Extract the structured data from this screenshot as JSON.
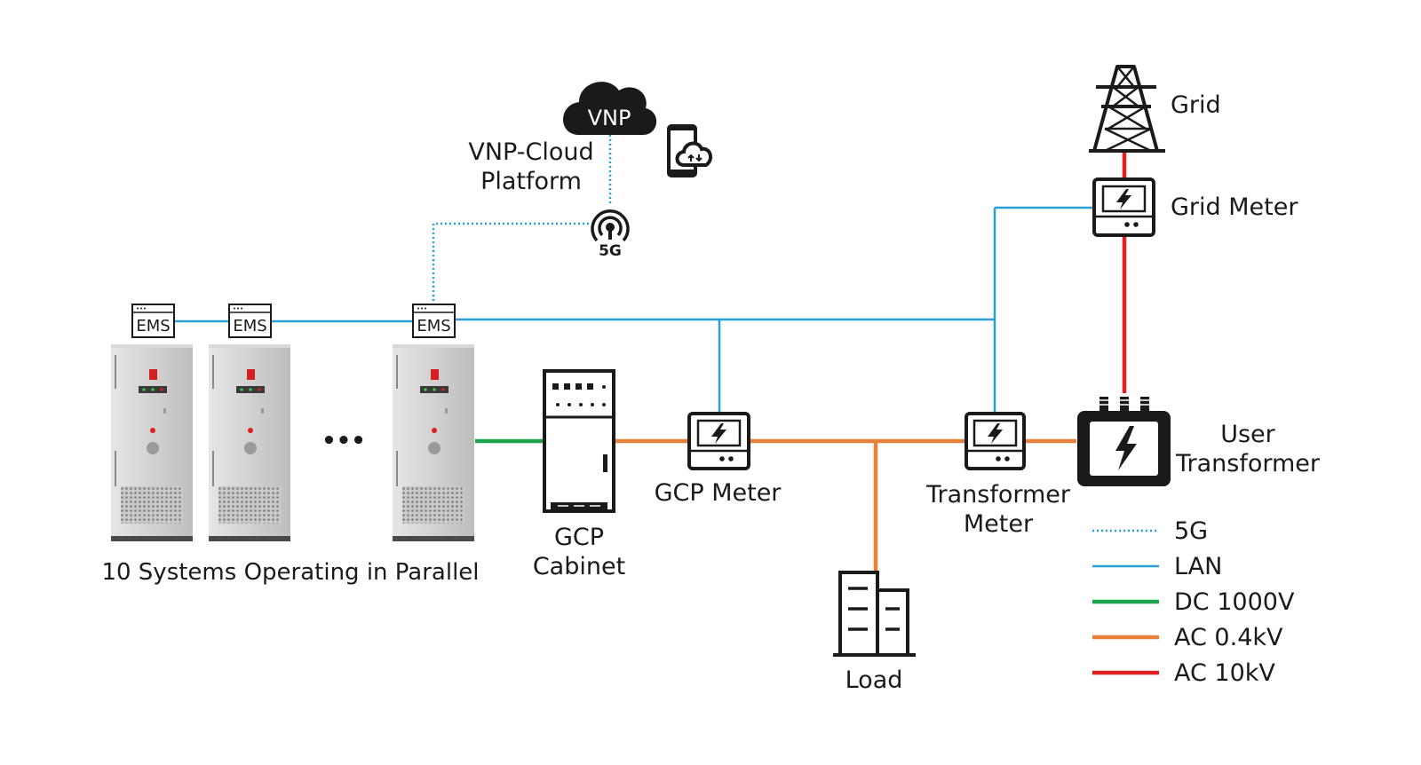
{
  "labels": {
    "cloud": "VNP",
    "platform_line1": "VNP-Cloud",
    "platform_line2": "Platform",
    "five_g": "5G",
    "ems": "EMS",
    "ellipsis": "•••",
    "systems": "10 Systems Operating in Parallel",
    "gcp_cabinet_line1": "GCP",
    "gcp_cabinet_line2": "Cabinet",
    "gcp_meter": "GCP Meter",
    "load": "Load",
    "transformer_meter_line1": "Transformer",
    "transformer_meter_line2": "Meter",
    "user_transformer_line1": "User",
    "user_transformer_line2": "Transformer",
    "grid": "Grid",
    "grid_meter": "Grid Meter"
  },
  "legend": [
    {
      "label": "5G",
      "color": "#2a9fd6",
      "style": "dotted"
    },
    {
      "label": "LAN",
      "color": "#2a9fd6",
      "style": "solid"
    },
    {
      "label": "DC 1000V",
      "color": "#1aa34a",
      "style": "solid"
    },
    {
      "label": "AC 0.4kV",
      "color": "#e8823a",
      "style": "solid"
    },
    {
      "label": "AC 10kV",
      "color": "#e02020",
      "style": "solid"
    }
  ],
  "colors": {
    "five_g": "#2a9fd6",
    "lan": "#2a9fd6",
    "dc": "#1aa34a",
    "ac_low": "#e8823a",
    "ac_high": "#e02020",
    "icon": "#1a1a1a"
  }
}
